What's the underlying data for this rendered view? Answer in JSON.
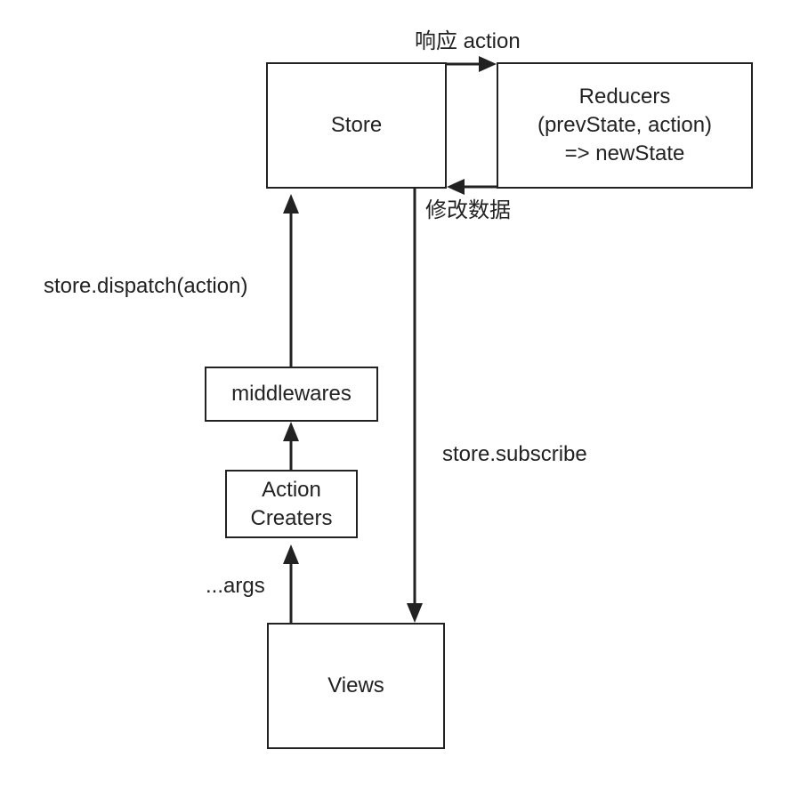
{
  "nodes": {
    "store": {
      "label": "Store"
    },
    "reducers": {
      "lines": [
        "Reducers",
        "(prevState, action)",
        "=> newState"
      ]
    },
    "middlewares": {
      "label": "middlewares"
    },
    "action_creators": {
      "lines": [
        "Action",
        "Creaters"
      ]
    },
    "views": {
      "label": "Views"
    }
  },
  "edges": {
    "respond_action": "响应 action",
    "modify_data": "修改数据",
    "dispatch": "store.dispatch(action)",
    "subscribe": "store.subscribe",
    "args": "...args"
  },
  "colors": {
    "stroke": "#222222",
    "background": "#ffffff"
  }
}
